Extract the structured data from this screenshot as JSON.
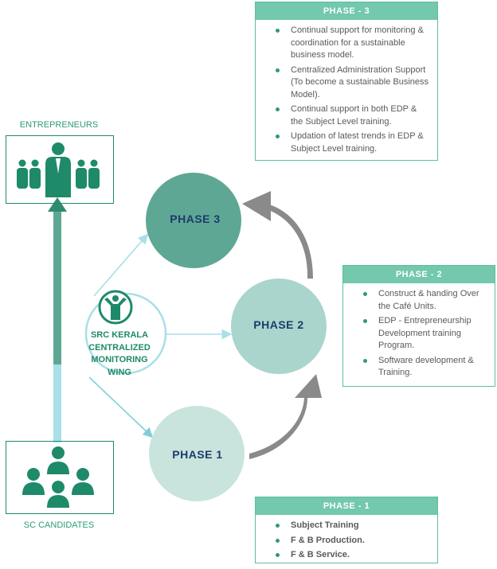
{
  "phase3": {
    "header": "PHASE - 3",
    "items": [
      "Continual support for monitoring & coordination for a sustainable business model.",
      "Centralized Administration Support (To become a sustainable Business Model).",
      "Continual support in both EDP & the Subject Level training.",
      "Updation of latest trends in EDP & Subject Level training."
    ]
  },
  "phase2": {
    "header": "PHASE - 2",
    "items": [
      "Construct & handing Over the Café Units.",
      "EDP - Entrepreneurship Development training Program.",
      "Software development & Training."
    ]
  },
  "phase1": {
    "header": "PHASE - 1",
    "items": [
      "Subject Training",
      "F & B Production.",
      "F & B Service."
    ]
  },
  "circles": {
    "phase3": "PHASE 3",
    "phase2": "PHASE 2",
    "phase1": "PHASE 1"
  },
  "hub": {
    "line1": "SRC KERALA",
    "line2": "CENTRALIZED",
    "line3": "MONITORING",
    "line4": "WING"
  },
  "entrepreneurs_label": "ENTREPRENEURS",
  "candidates_label": "SC CANDIDATES",
  "colors": {
    "phase3_circle": "#5fa795",
    "phase2_circle": "#a9d5cc",
    "phase1_circle": "#c8e4dd",
    "accent": "#2e9a78",
    "header_fill": "#73c8ad",
    "phase_text": "#1b3b6b",
    "gray_arrow": "#8a8a8a"
  }
}
